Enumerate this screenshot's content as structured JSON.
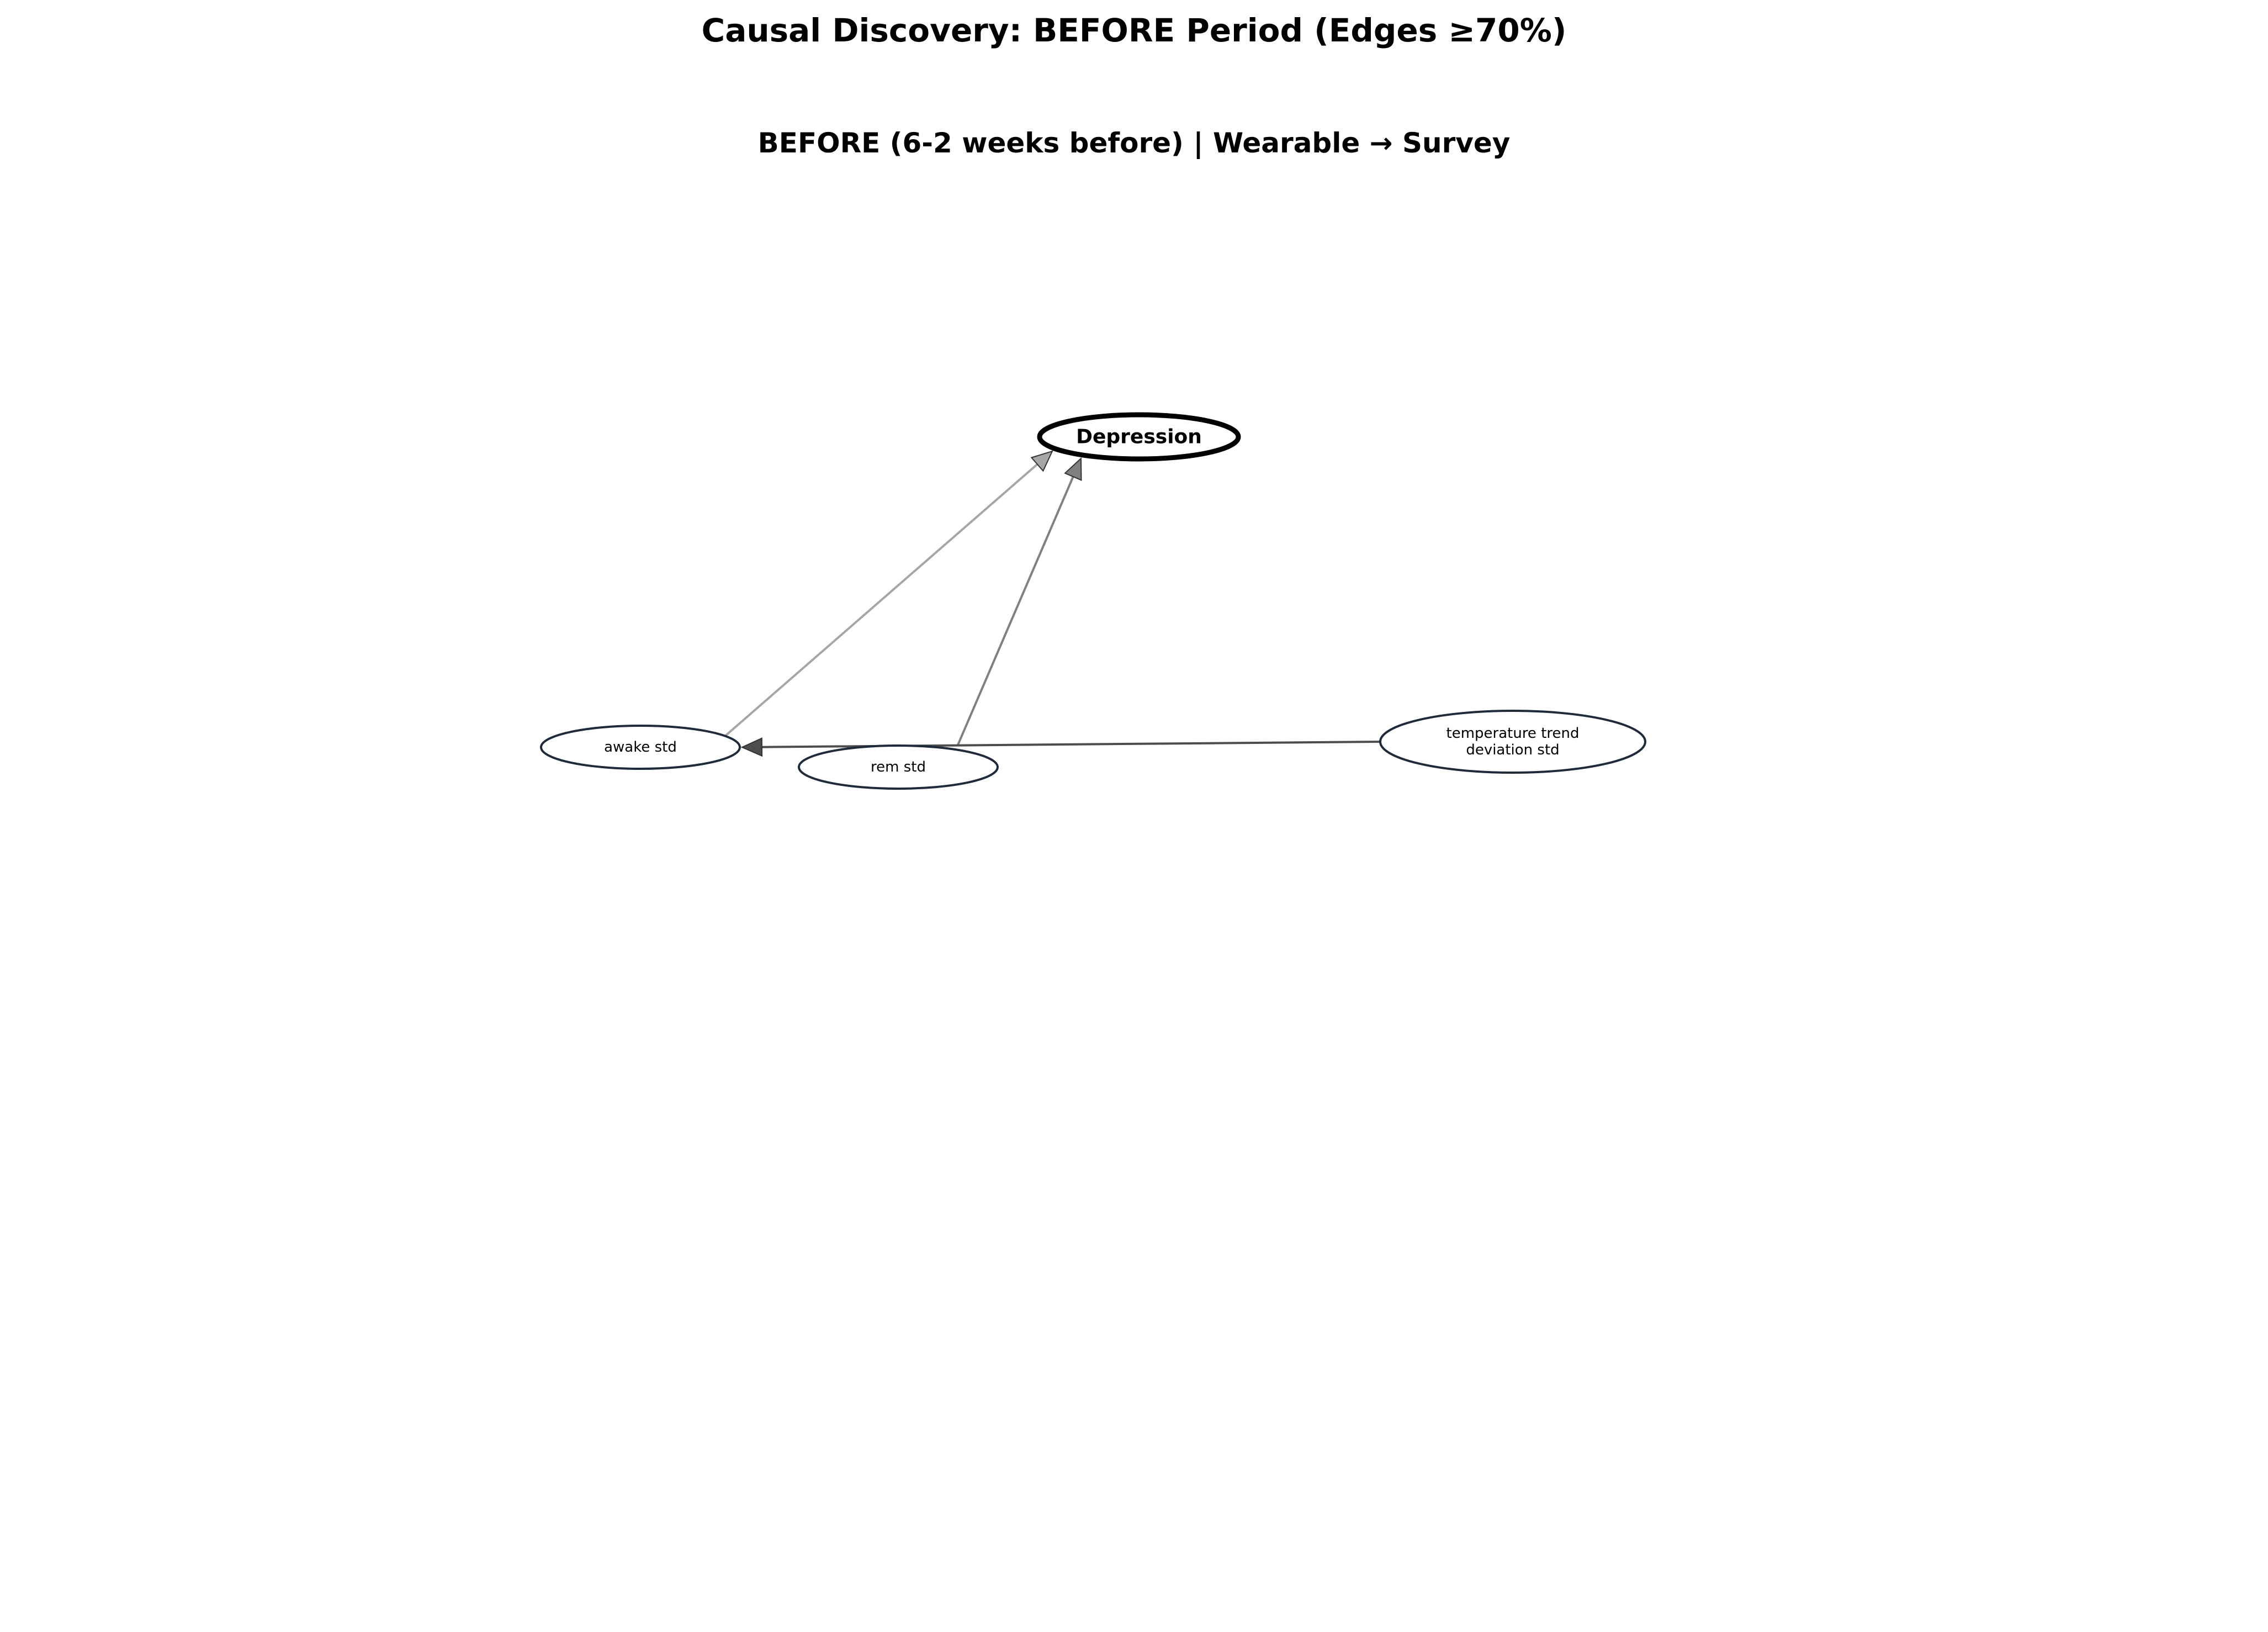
{
  "title": "Causal Discovery: BEFORE Period (Edges ≥70%)",
  "subtitle": "BEFORE (6-2 weeks before) | Wearable → Survey",
  "nodes": [
    {
      "id": "depression",
      "lines": [
        "Depression"
      ],
      "role": "target"
    },
    {
      "id": "awake_std",
      "lines": [
        "awake std"
      ],
      "role": "feature"
    },
    {
      "id": "rem_std",
      "lines": [
        "rem std"
      ],
      "role": "feature"
    },
    {
      "id": "temperature_trend_deviation_std",
      "lines": [
        "temperature trend",
        "deviation std"
      ],
      "role": "feature"
    }
  ],
  "edges": [
    {
      "from": "awake_std",
      "to": "depression",
      "shade": "light"
    },
    {
      "from": "rem_std",
      "to": "depression",
      "shade": "medium"
    },
    {
      "from": "temperature_trend_deviation_std",
      "to": "awake_std",
      "shade": "dark"
    }
  ],
  "colors": {
    "target_outline": "#000000",
    "feature_outline": "#1f2a3a",
    "edge_light": "#a6a6a6",
    "edge_medium": "#808080",
    "edge_dark": "#4d4d4d"
  }
}
